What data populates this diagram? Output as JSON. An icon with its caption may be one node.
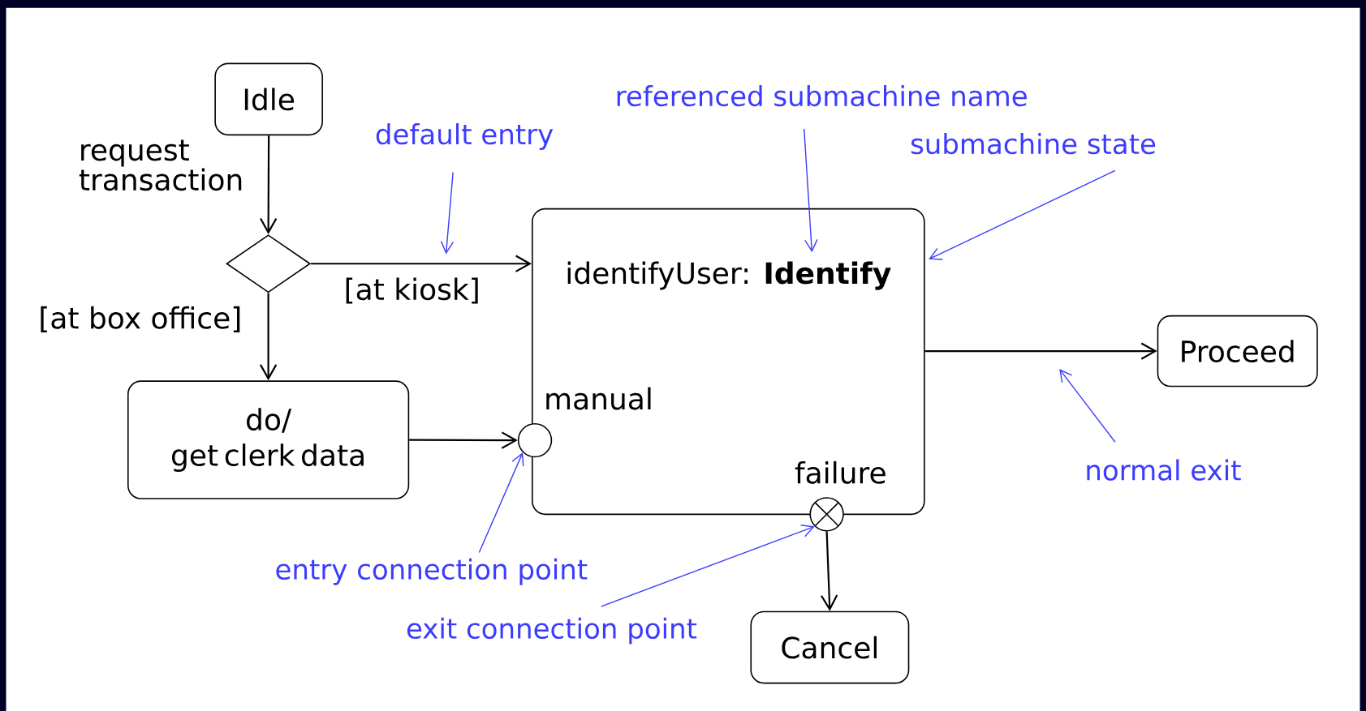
{
  "diagram": {
    "nodes": [
      {
        "text": [
          "Idle"
        ]
      },
      {
        "text": [],
        "shape": "diamond"
      },
      {
        "text": [
          "do/ get clerk data"
        ]
      },
      {
        "text": [
          "identifyUser: **Identify**"
        ]
      },
      {
        "text": [],
        "shape": "circle",
        "beside": [
          "manual"
        ]
      },
      {
        "text": [],
        "shape": "circle",
        "beside": [
          "failure"
        ]
      },
      {
        "text": [
          "Proceed"
        ]
      },
      {
        "text": [
          "Cancel"
        ]
      },
      {
        "text": [
          "referenced submachine name"
        ]
      },
      {
        "text": [
          "default entry"
        ]
      },
      {
        "text": [
          "submachine state"
        ]
      },
      {
        "text": [
          "entry connection point"
        ]
      },
      {
        "text": [
          "exit connection point"
        ]
      },
      {
        "text": [
          "normal exit"
        ]
      }
    ],
    "edges": [
      {
        "from": 0,
        "to": 1,
        "arrow": "to",
        "label": "request transaction"
      },
      {
        "from": 1,
        "to": 3,
        "arrow": "to",
        "label": "[at kiosk]"
      },
      {
        "from": 1,
        "to": 2,
        "arrow": "to",
        "label": "[at box office]"
      },
      {
        "from": 2,
        "to": 4,
        "arrow": "to"
      },
      {
        "from": 3,
        "to": 6,
        "arrow": "to"
      },
      {
        "from": 5,
        "to": 7,
        "arrow": "to"
      },
      {
        "from": 8,
        "to": 3,
        "arrow": "to",
        "color": "#3c3cff"
      },
      {
        "from": 9,
        "to": null,
        "arrow": "to",
        "color": "#3c3cff"
      },
      {
        "from": 10,
        "to": 3,
        "arrow": "to",
        "color": "#3c3cff"
      },
      {
        "from": 11,
        "to": 4,
        "arrow": "to",
        "color": "#3c3cff"
      },
      {
        "from": 12,
        "to": 5,
        "arrow": "to",
        "color": "#3c3cff"
      },
      {
        "from": 13,
        "to": null,
        "arrow": "to",
        "color": "#3c3cff"
      }
    ]
  }
}
